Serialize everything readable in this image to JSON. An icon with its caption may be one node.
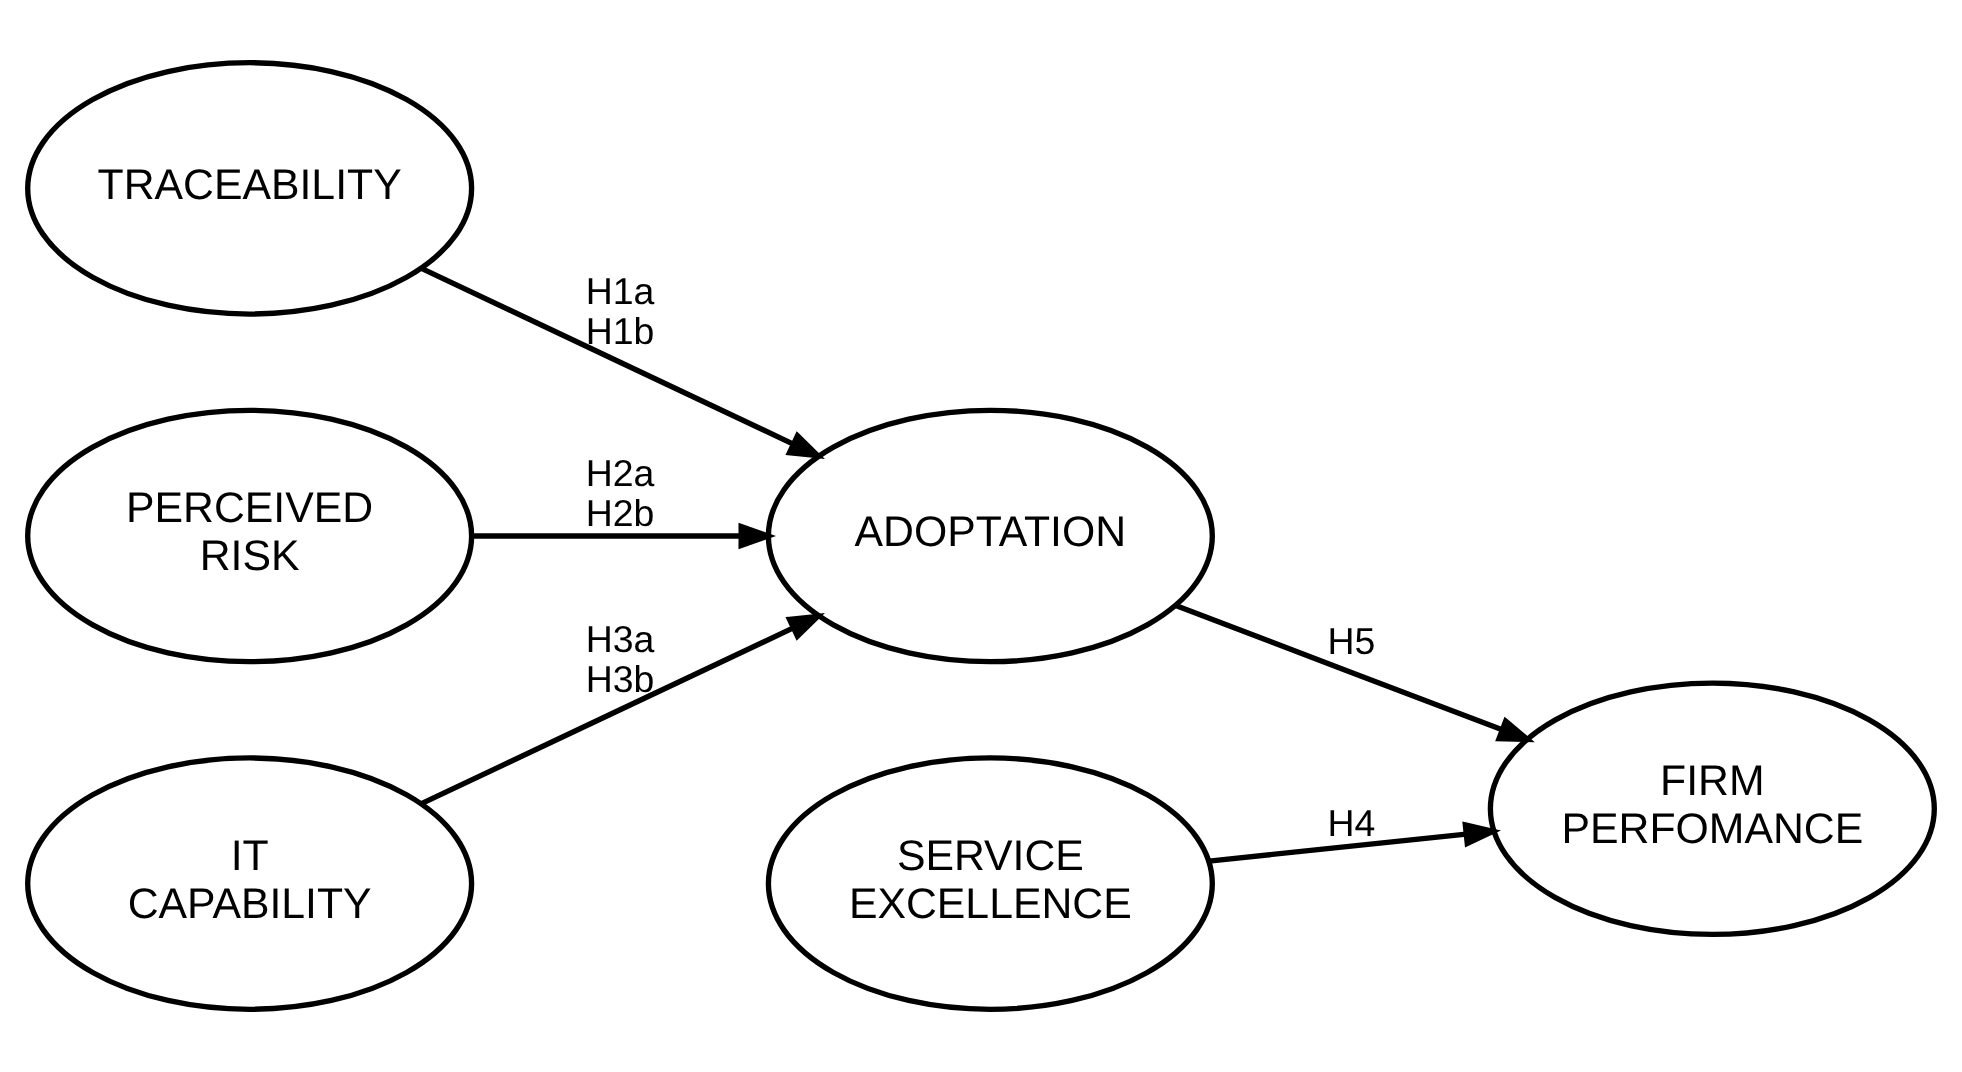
{
  "diagram": {
    "nodes": [
      {
        "text": [
          "TRACEABILITY"
        ]
      },
      {
        "text": [
          "SERVICE EXCELLENCE"
        ]
      },
      {
        "text": [
          "PERCEIVED RISK"
        ]
      },
      {
        "text": [
          "ADOPTATION"
        ]
      },
      {
        "text": [
          "FIRM PERFOMANCE"
        ]
      },
      {
        "text": [
          "IT CAPABILITY"
        ]
      }
    ],
    "edges": [
      {
        "from": 0,
        "to": 3,
        "arrow": "to",
        "label": "H1a H1b"
      },
      {
        "from": 2,
        "to": 3,
        "arrow": "to",
        "label": "H2a H2b"
      },
      {
        "from": 5,
        "to": 3,
        "arrow": "to",
        "label": "H3a H3b"
      },
      {
        "from": 1,
        "to": 4,
        "arrow": "to",
        "label": "H4"
      },
      {
        "from": 3,
        "to": 4,
        "arrow": "to",
        "label": "H5"
      }
    ]
  }
}
